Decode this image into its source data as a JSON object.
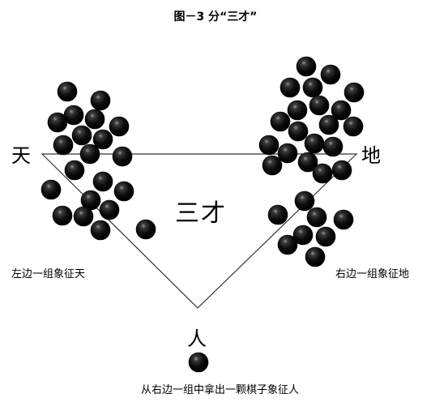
{
  "title": "图－3 分“三才”",
  "labels": {
    "heaven": "天",
    "earth": "地",
    "human": "人",
    "center": "三才"
  },
  "captions": {
    "left": "左边一组象征天",
    "right": "右边一组象征地",
    "bottom": "从右边一组中拿出一颗棋子象征人"
  },
  "colors": {
    "stone": "#111111",
    "line": "#333333"
  }
}
